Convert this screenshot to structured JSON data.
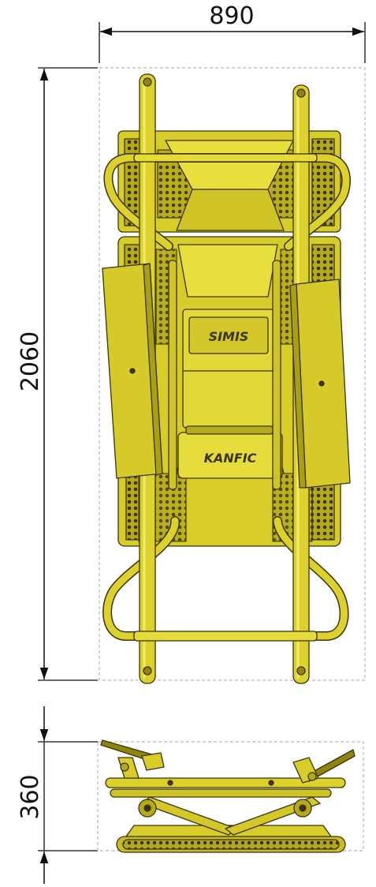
{
  "dimensions": {
    "width_label": "890",
    "height_label": "2060",
    "side_height_label": "360"
  },
  "decals": {
    "top_logo": "SIMIS",
    "middle_logo": "KANFIC"
  },
  "colors": {
    "body": "#d8cc2a",
    "body_light": "#ece24a",
    "body_dark": "#8f8410",
    "outline": "#3a3506",
    "dimension_line": "#111111",
    "envelope": "#b8b8b8"
  }
}
